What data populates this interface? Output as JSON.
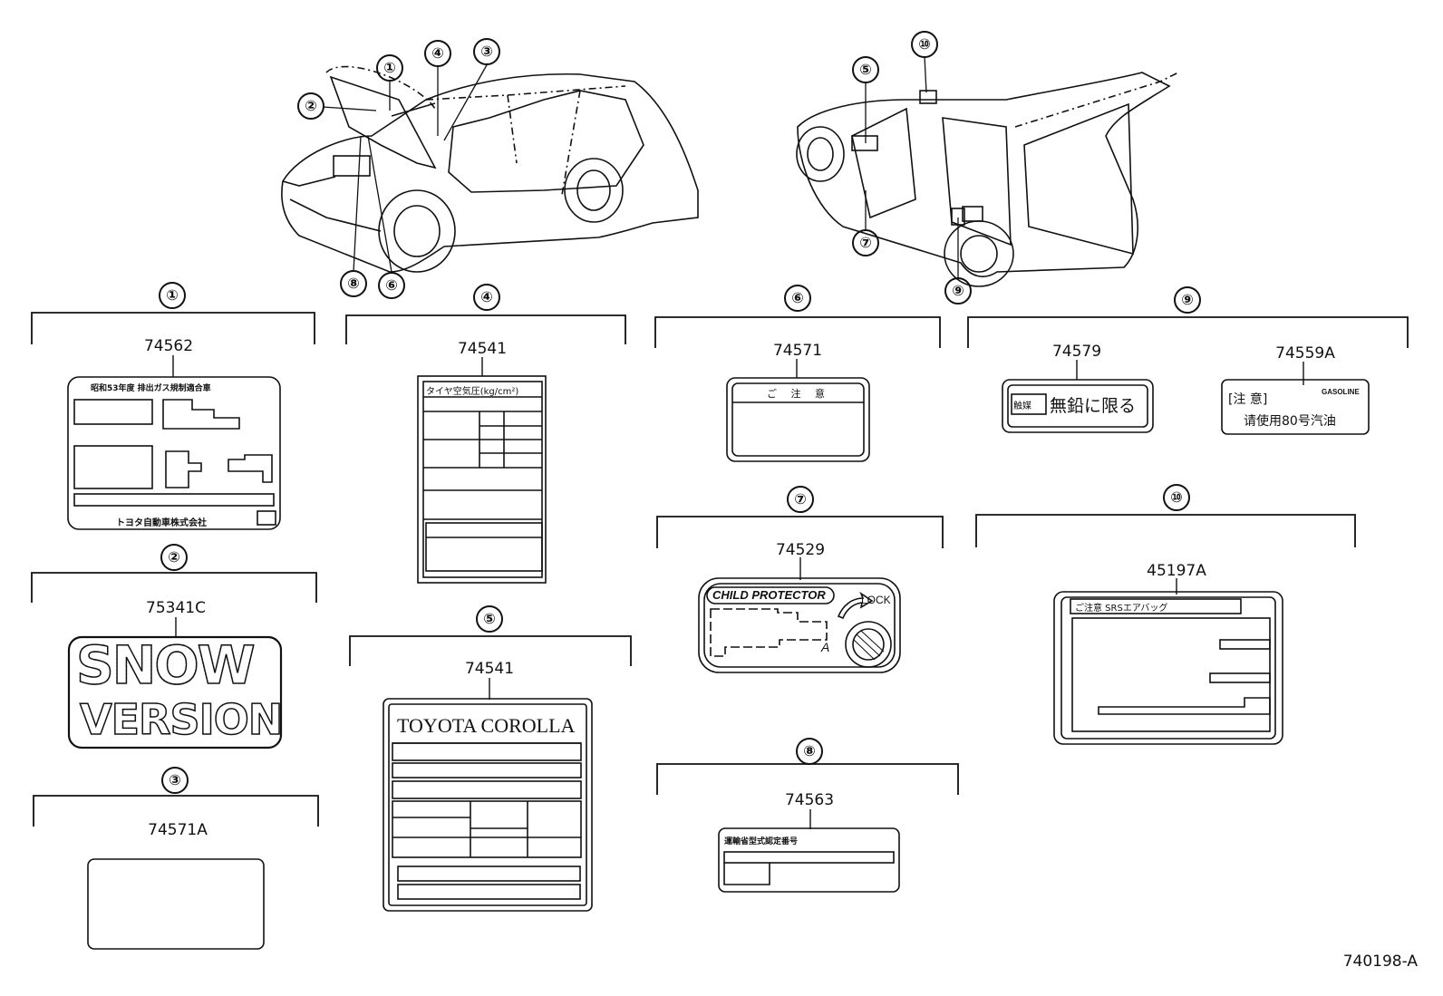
{
  "callouts": {
    "c1": "①",
    "c2": "②",
    "c3": "③",
    "c4": "④",
    "c5": "⑤",
    "c6": "⑥",
    "c7": "⑦",
    "c8": "⑧",
    "c9": "⑨",
    "c10": "⑩"
  },
  "part_numbers": {
    "p1": "74562",
    "p2": "75341C",
    "p3": "74571A",
    "p4": "74541",
    "p5": "74541",
    "p6": "74571",
    "p7": "74529",
    "p8": "74563",
    "p9a": "74579",
    "p9b": "74559A",
    "p10": "45197A"
  },
  "label_text": {
    "l1_header": "昭和53年度 排出ガス規制適合車",
    "l1_footer": "トヨタ自動車株式会社",
    "l2_line1": "SNOW",
    "l2_line2": "VERSION",
    "l4_header": "タイヤ空気圧(kg/cm²)",
    "l5_title": "TOYOTA COROLLA",
    "l6_header": "ご 注 意",
    "l7_title": "CHILD PROTECTOR",
    "l7_lock": "LOCK",
    "l7_a": "A",
    "l8_header": "運輸省型式認定番号",
    "l9a_box": "触媒",
    "l9a_text": "無鉛に限る",
    "l9b_header": "[注 意]",
    "l9b_tag": "GASOLINE",
    "l9b_text": "请使用80号汽油",
    "l10_header": "ご注意 SRSエアバッグ"
  },
  "drawing_id": "740198-A"
}
